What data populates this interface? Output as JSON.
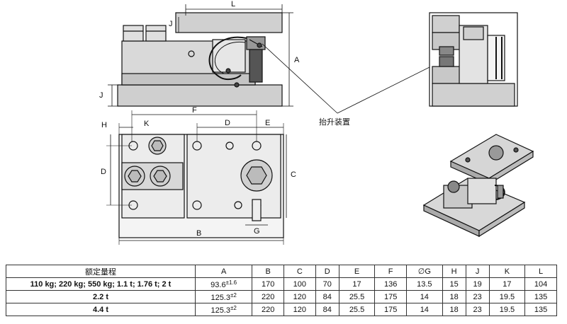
{
  "drawing": {
    "dim_labels": {
      "L": "L",
      "J_top": "J",
      "A": "A",
      "J_bottom": "J",
      "F": "F",
      "D_top": "D",
      "E": "E",
      "H": "H",
      "K": "K",
      "D_side": "D",
      "C": "C",
      "B": "B",
      "G": "G"
    },
    "lifting_device_label": "抬升装置"
  },
  "table": {
    "headers": [
      "额定量程",
      "A",
      "B",
      "C",
      "D",
      "E",
      "F",
      "∅G",
      "H",
      "J",
      "K",
      "L"
    ],
    "rows": [
      {
        "model": "110 kg; 220 kg; 550 kg; 1.1 t; 1.76 t; 2 t",
        "A": "93.6",
        "A_tol": "±1.6",
        "B": "170",
        "C": "100",
        "D": "70",
        "E": "17",
        "F": "136",
        "G": "13.5",
        "H": "15",
        "J": "19",
        "K": "17",
        "L": "104"
      },
      {
        "model": "2.2 t",
        "A": "125.3",
        "A_tol": "±2",
        "B": "220",
        "C": "120",
        "D": "84",
        "E": "25.5",
        "F": "175",
        "G": "14",
        "H": "18",
        "J": "23",
        "K": "19.5",
        "L": "135"
      },
      {
        "model": "4.4 t",
        "A": "125.3",
        "A_tol": "±2",
        "B": "220",
        "C": "120",
        "D": "84",
        "E": "25.5",
        "F": "175",
        "G": "14",
        "H": "18",
        "J": "23",
        "K": "19.5",
        "L": "135"
      }
    ]
  }
}
